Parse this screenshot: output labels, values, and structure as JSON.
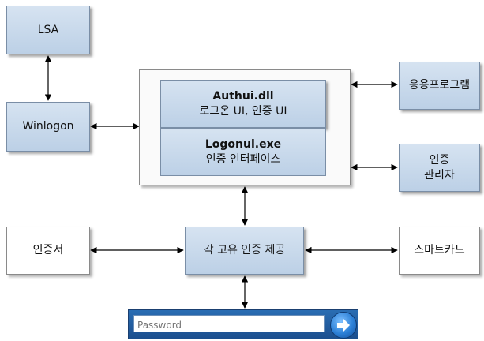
{
  "nodes": {
    "lsa": "LSA",
    "winlogon": "Winlogon",
    "authui_title": "Authui.dll",
    "authui_sub": "로그온 UI, 인증 UI",
    "logonui_title": "Logonui.exe",
    "logonui_sub": "인증 인터페이스",
    "applications": "응용프로그램",
    "auth_manager_line1": "인증",
    "auth_manager_line2": "관리자",
    "certificate": "인증서",
    "unique_auth": "각 고유 인증 제공",
    "smartcard": "스마트카드"
  },
  "login": {
    "placeholder": "Password"
  }
}
